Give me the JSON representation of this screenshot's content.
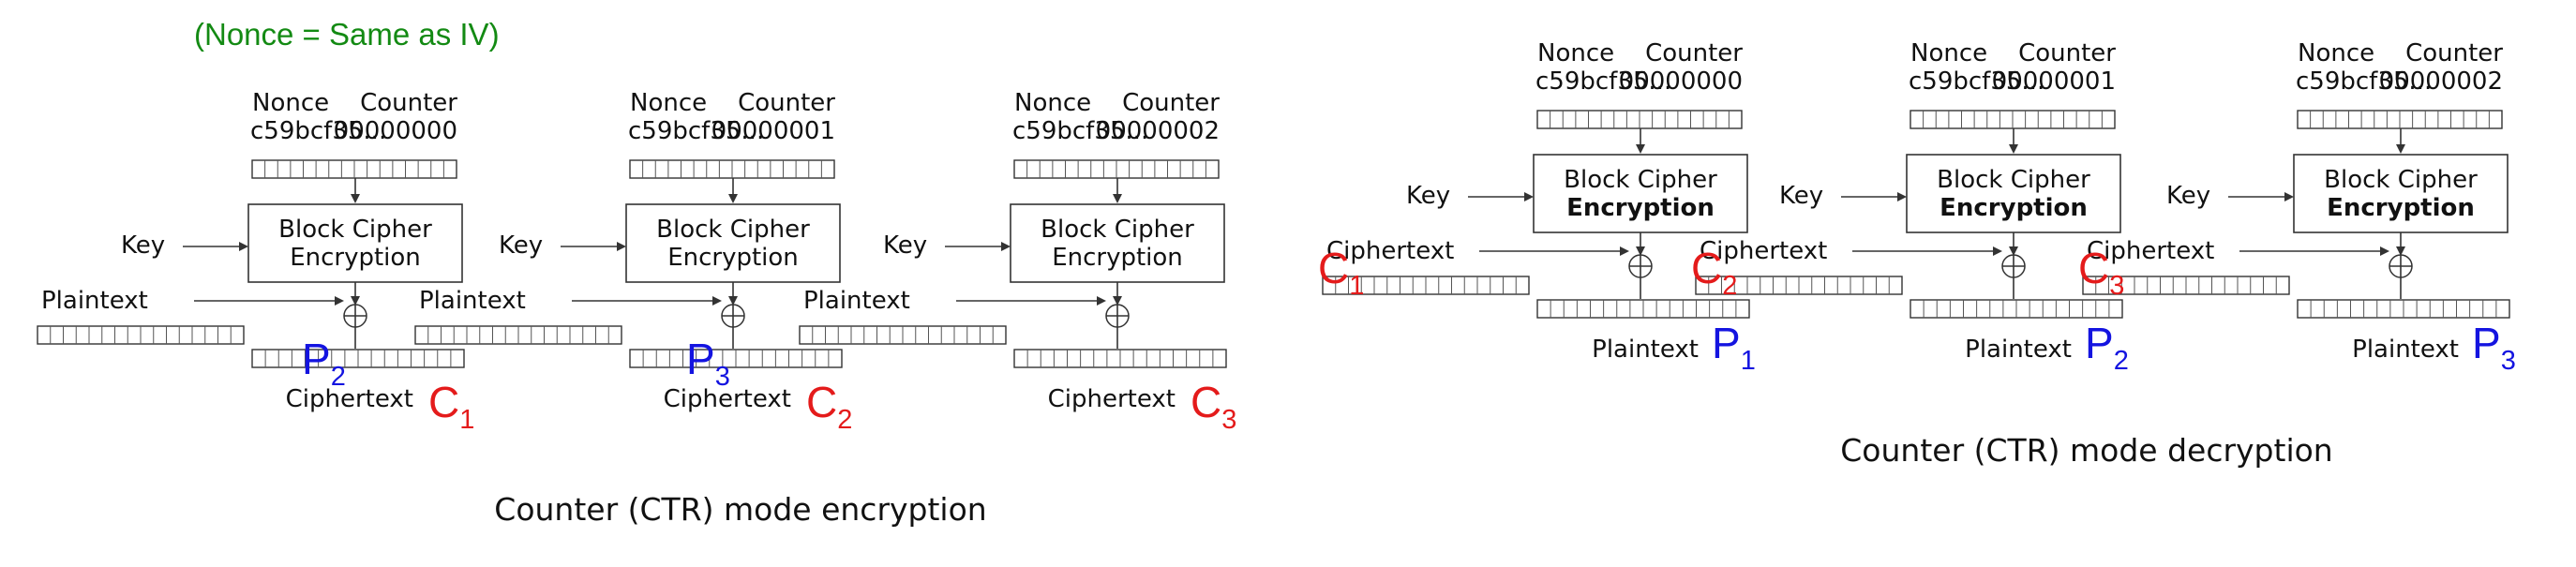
{
  "note": "(Nonce = Same as IV)",
  "labels": {
    "nonce": "Nonce",
    "counter": "Counter",
    "nonce_value": "c59bcf35...",
    "key": "Key",
    "block_cipher": "Block Cipher",
    "encryption": "Encryption",
    "plaintext": "Plaintext",
    "ciphertext": "Ciphertext"
  },
  "counters": [
    "00000000",
    "00000001",
    "00000002"
  ],
  "plain_symbols": [
    {
      "main": "P",
      "sub": "1"
    },
    {
      "main": "P",
      "sub": "2"
    },
    {
      "main": "P",
      "sub": "3"
    }
  ],
  "cipher_symbols": [
    {
      "main": "C",
      "sub": "1"
    },
    {
      "main": "C",
      "sub": "2"
    },
    {
      "main": "C",
      "sub": "3"
    }
  ],
  "captions": {
    "encryption": "Counter (CTR) mode encryption",
    "decryption": "Counter (CTR) mode decryption"
  },
  "colors": {
    "note": "#138a13",
    "ciphertext_symbol": "#e41b1b",
    "plaintext_symbol": "#1414e0"
  }
}
